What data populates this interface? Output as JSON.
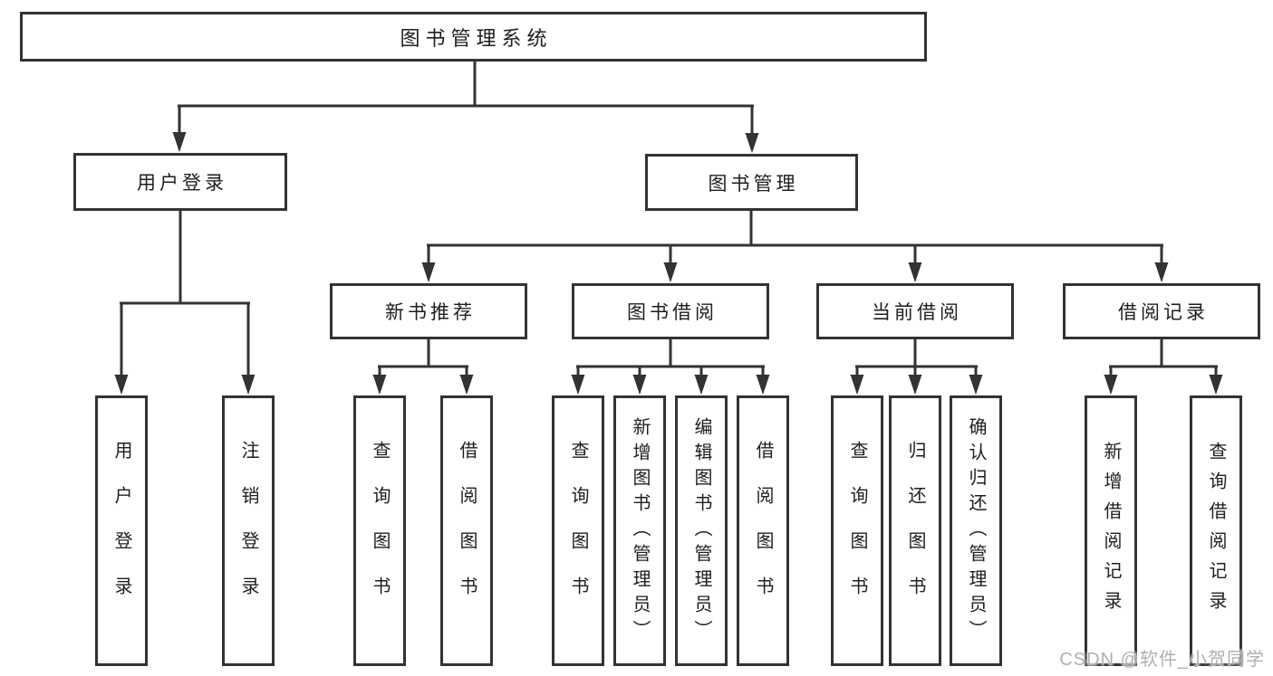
{
  "diagram": {
    "root": "图书管理系统",
    "level2": {
      "user_login": "用户登录",
      "book_mgmt": "图书管理"
    },
    "level3": {
      "new_books": "新书推荐",
      "borrow": "图书借阅",
      "current": "当前借阅",
      "records": "借阅记录"
    },
    "leaves": {
      "user_login": [
        "用户登录",
        "注销登录"
      ],
      "new_books": [
        "查询图书",
        "借阅图书"
      ],
      "borrow": [
        "查询图书",
        "新增图书（管理员）",
        "编辑图书（管理员）",
        "借阅图书"
      ],
      "current": [
        "查询图书",
        "归还图书",
        "确认归还（管理员）"
      ],
      "records": [
        "新增借阅记录",
        "查询借阅记录"
      ]
    },
    "colors": {
      "line": "#333333",
      "text": "#1e1e1e",
      "watermark": "#b0b0b0",
      "background": "#ffffff"
    }
  },
  "watermark": "CSDN @软件_小贺同学"
}
